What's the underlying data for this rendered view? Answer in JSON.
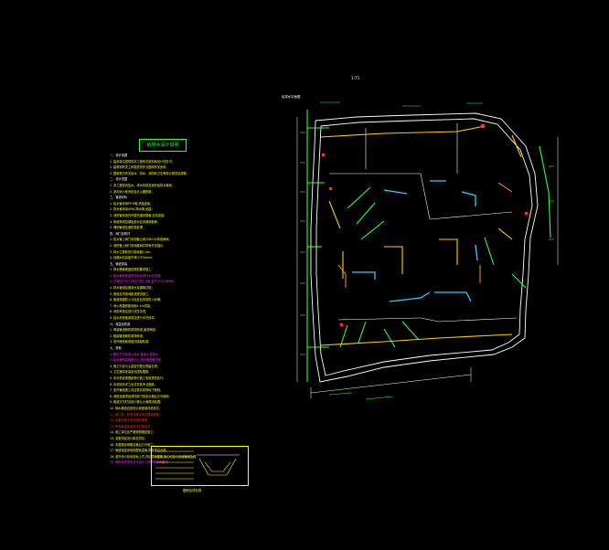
{
  "drawing": {
    "title": "给排水设计说明",
    "scale_tag": "1:75",
    "plan_label": "给排水平面图",
    "legend_caption": "图例及材料表"
  },
  "notes": [
    {
      "text": "一、设计依据",
      "color": "#ffffff",
      "head": true
    },
    {
      "text": "1. 建设单位提供的本工程有关资料和设计任务书;",
      "color": "#ffff00"
    },
    {
      "text": "2. 建筑和有关工种提供的作业图和有关资料;",
      "color": "#ffff00"
    },
    {
      "text": "3. 国家现行有关给水、排水、消防和卫生等设计规范及规程;",
      "color": "#ffff00"
    },
    {
      "text": "二、设计范围",
      "color": "#ffffff",
      "head": true
    },
    {
      "text": "1. 本工程室内给水、排水系统及室外给排水管线;",
      "color": "#ffff00"
    },
    {
      "text": "2. 室内消火栓系统及灭火器配置;",
      "color": "#ffff00"
    },
    {
      "text": "三、管道材料",
      "color": "#ffffff",
      "head": true
    },
    {
      "text": "1. 给水管采用PP-R管,热熔连接;",
      "color": "#ffff00"
    },
    {
      "text": "2. 排水管采用UPVC排水管,粘接;",
      "color": "#ffff00"
    },
    {
      "text": "3. 消防管采用内外壁热镀锌钢管,丝扣连接;",
      "color": "#ffff00"
    },
    {
      "text": "4. 管道穿墙及楼板处均应设置钢套管;",
      "color": "#ffff00"
    },
    {
      "text": "5. 埋地管道应做防腐处理;",
      "color": "#ffff00"
    },
    {
      "text": "四、阀门及附件",
      "color": "#ffffff",
      "head": true
    },
    {
      "text": "1. 给水管上阀门采用截止阀,DN>50采用闸阀;",
      "color": "#ffff00"
    },
    {
      "text": "2. 消防管上阀门采用蝶阀并带有开关指示;",
      "color": "#ffff00"
    },
    {
      "text": "3. 排水立管检查口距地面1.0m;",
      "color": "#ffff00"
    },
    {
      "text": "4. 地漏水封高度不得小于50mm;",
      "color": "#ffff00"
    },
    {
      "text": "五、管道安装",
      "color": "#ffffff",
      "head": true
    },
    {
      "text": "1. 排水横管坡度按规范要求施工;",
      "color": "#ffff00"
    },
    {
      "text": "2. 给水管道安装完毕后应进行水压试验;",
      "color": "#ff33ff"
    },
    {
      "text": "3. 试验压力为工作压力的1.5倍,且不小于0.6MPa;",
      "color": "#ff33ff"
    },
    {
      "text": "4. 排水管道应做灌水及通球试验;",
      "color": "#ffff00"
    },
    {
      "text": "5. 管道支吊架间距按规范施工;",
      "color": "#ffff00"
    },
    {
      "text": "6. 管道穿越防火分区处应采用防火封堵;",
      "color": "#ffff00"
    },
    {
      "text": "7. 消火栓箱底距地面1.1m安装;",
      "color": "#ffff00"
    },
    {
      "text": "8. 消防系统应进行试压冲洗;",
      "color": "#ffff00"
    },
    {
      "text": "9. 给水系统使用前应进行冲洗消毒;",
      "color": "#ffff00"
    },
    {
      "text": "六、保温及防腐",
      "color": "#ffffff",
      "head": true
    },
    {
      "text": "1. 明装管道刷防锈漆两道,面漆两道;",
      "color": "#ffff00"
    },
    {
      "text": "2. 暗装管道刷防锈漆两道;",
      "color": "#ffff00"
    },
    {
      "text": "3. 室外埋地管道做加强级防腐;",
      "color": "#ffff00"
    },
    {
      "text": "七、其他",
      "color": "#ffffff",
      "head": true
    },
    {
      "text": "1. 图中尺寸标高以米计,其余以毫米计;",
      "color": "#ff33ff"
    },
    {
      "text": "2. 给水管标高指管中心,排水管指管内底;",
      "color": "#ff33ff"
    },
    {
      "text": "3. 施工中应与土建密切配合预留孔洞;",
      "color": "#ffff00"
    },
    {
      "text": "4. 卫生器具安装参见国标图集;",
      "color": "#ffff00"
    },
    {
      "text": "5. 未尽事宜按国家现行施工验收规范执行;",
      "color": "#ffff00"
    },
    {
      "text": "6. 本说明未详之处详见各专业图纸;",
      "color": "#ffff00"
    },
    {
      "text": "7. 室外管线施工前应核实现场地下管线;",
      "color": "#ffff00"
    },
    {
      "text": "8. 消防设施须经消防部门验收合格后方可使用;",
      "color": "#ffff00"
    },
    {
      "text": "9. 管道交叉时应按小管让大管原则处理;",
      "color": "#ffff00"
    },
    {
      "text": "10. 雨水管道应按设计坡度坡向检查井;",
      "color": "#ffff00"
    },
    {
      "text": "11. 阀门井、检查井做法参见国标图集;",
      "color": "#ff3333"
    },
    {
      "text": "12. 化粪池做法参见国标图集;",
      "color": "#ff3333"
    },
    {
      "text": "13. 所有管道安装完毕应做标识;",
      "color": "#ff3333"
    },
    {
      "text": "14. 施工单位应严格按照图纸施工;",
      "color": "#ffff00"
    },
    {
      "text": "15. 变更须经设计单位同意;",
      "color": "#ffff00"
    },
    {
      "text": "16. 本图需经审图合格后方可施工;",
      "color": "#ffff00"
    },
    {
      "text": "17. 管道保温采用橡塑保温管,厚度详见大样;",
      "color": "#ffff00"
    },
    {
      "text": "18. 室外消火栓采用地上式,详见国标图集,施工时应与市政管网协调;",
      "color": "#ffff00"
    },
    {
      "text": "19. 其他未尽事宜请与设计人员联系协商解决;",
      "color": "#ff33ff"
    }
  ],
  "colors": {
    "outline": "#ffffff",
    "water_supply": "#33ff33",
    "drainage": "#ffcc00",
    "fire": "#33ccff",
    "hot_water": "#ff9900",
    "alert": "#ff3333"
  }
}
